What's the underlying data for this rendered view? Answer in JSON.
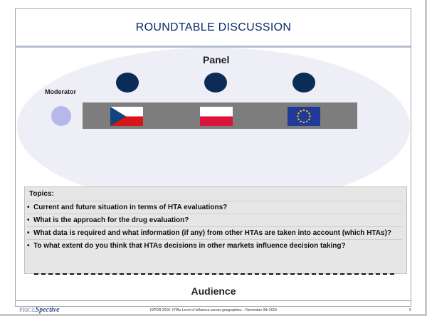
{
  "slide": {
    "title": "ROUNDTABLE DISCUSSION",
    "panel_label": "Panel",
    "moderator_label": "Moderator",
    "audience_label": "Audience"
  },
  "colors": {
    "title": "#0a2a66",
    "panelist": "#0b2c57",
    "moderator": "#b7b8ea",
    "ellipse": "#eeeef6",
    "table": "#7d7d7d"
  },
  "flags": [
    {
      "country": "Czech Republic",
      "icon": "czech-flag-icon"
    },
    {
      "country": "Poland",
      "icon": "poland-flag-icon"
    },
    {
      "country": "European Union",
      "icon": "eu-flag-icon"
    }
  ],
  "topics": {
    "heading": "Topics:",
    "items": [
      "Current and future situation in terms of HTA evaluations?",
      "What is the approach for the drug evaluation?",
      "What data is required and what information (if any) from other HTAs are taken into account (which HTAs)?",
      "To what extent do you think that HTAs decisions in other markets influence decision taking?"
    ]
  },
  "footer": {
    "logo_price": "PRICE",
    "logo_spective": "Spective",
    "note": "ISPOR 2010- HTAs Level of influence across geographies – November 9th 2010",
    "page": "6"
  }
}
